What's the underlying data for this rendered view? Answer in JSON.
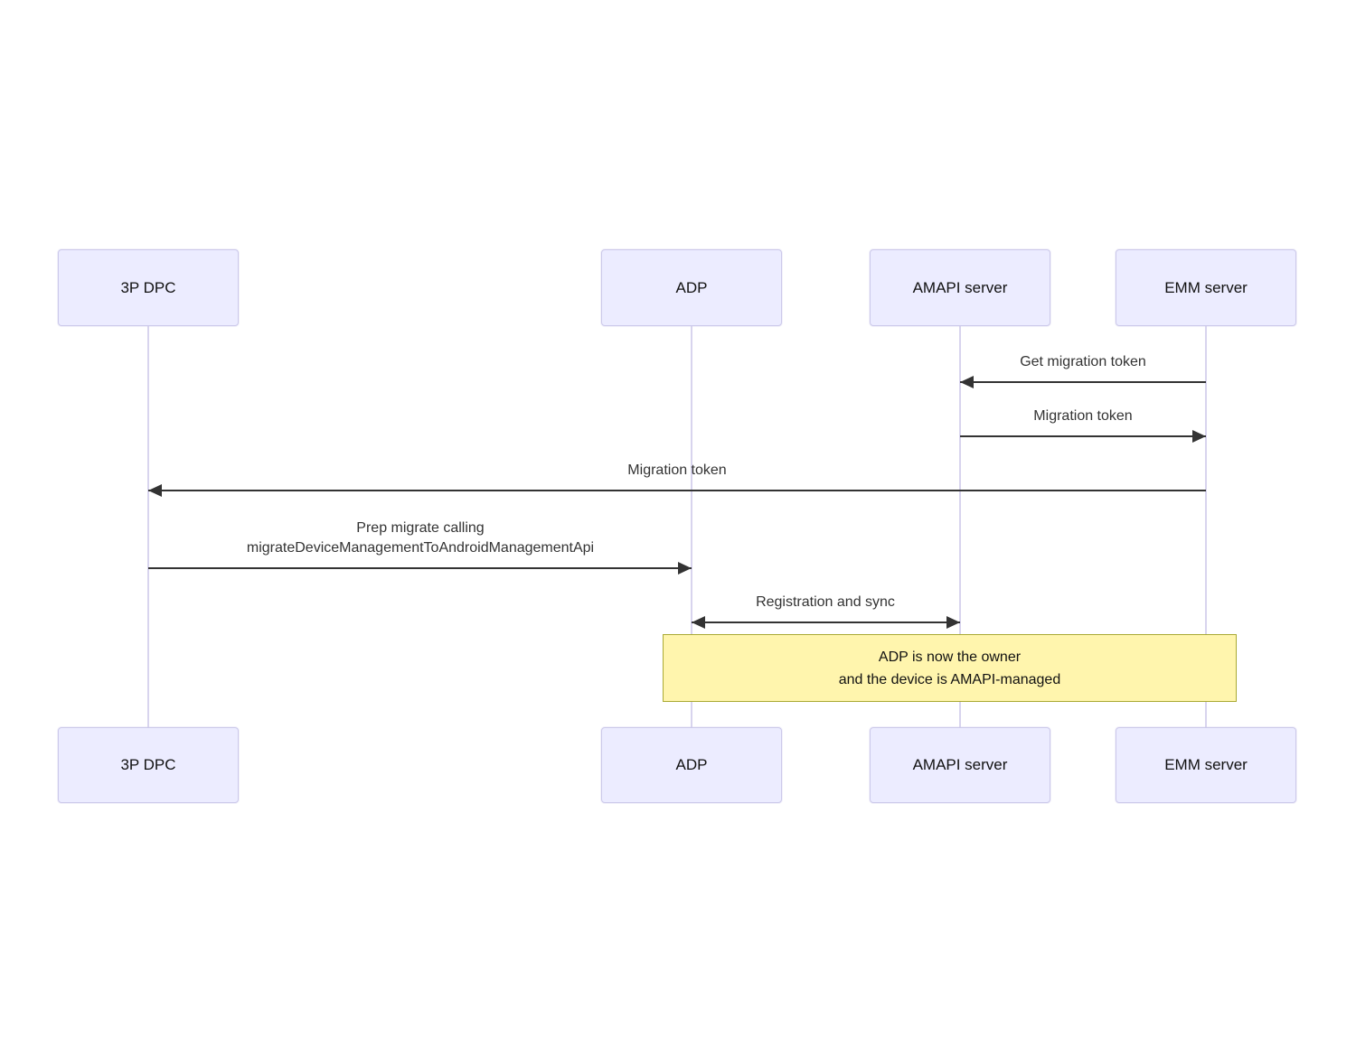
{
  "diagram": {
    "type": "sequence",
    "actors": [
      {
        "id": "3p-dpc",
        "label": "3P DPC"
      },
      {
        "id": "adp",
        "label": "ADP"
      },
      {
        "id": "amapi-server",
        "label": "AMAPI server"
      },
      {
        "id": "emm-server",
        "label": "EMM server"
      }
    ],
    "messages": [
      {
        "from": "EMM server",
        "to": "AMAPI server",
        "direction": "left",
        "label": "Get migration token"
      },
      {
        "from": "AMAPI server",
        "to": "EMM server",
        "direction": "right",
        "label": "Migration token"
      },
      {
        "from": "EMM server",
        "to": "3P DPC",
        "direction": "left",
        "label": "Migration token"
      },
      {
        "from": "3P DPC",
        "to": "ADP",
        "direction": "right",
        "label": "Prep migrate calling\nmigrateDeviceManagementToAndroidManagementApi"
      },
      {
        "from": "ADP",
        "to": "AMAPI server",
        "direction": "both",
        "label": "Registration and sync"
      }
    ],
    "note": {
      "over": "ADP, AMAPI server, EMM server",
      "label": "ADP is now the owner\nand the device is AMAPI-managed"
    },
    "colors": {
      "actor_fill": "#ECECFF",
      "actor_border": "#CCC9EA",
      "actor_text": "#111111",
      "lifeline": "#D8D4EE",
      "arrow": "#333333",
      "msg_text": "#333333",
      "note_fill": "#FFF5AD",
      "note_border": "#AAAA33",
      "note_text": "#111111"
    }
  }
}
